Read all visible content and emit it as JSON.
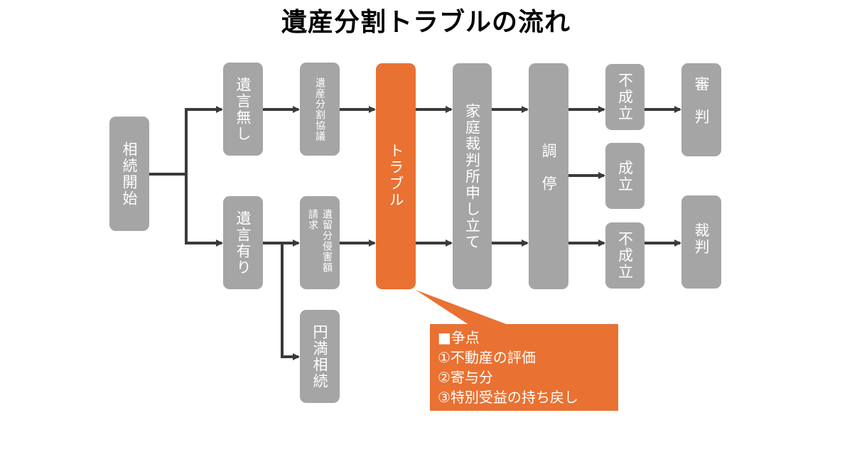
{
  "title": "遺産分割トラブルの流れ",
  "colors": {
    "box": "#a5a5a5",
    "highlight": "#e97132",
    "arrow": "#3a3a3a",
    "text": "#ffffff"
  },
  "nodes": {
    "start": "相続開始",
    "no_will": "遺言無し",
    "has_will": "遺言有り",
    "division_talks": "遺産分割協議",
    "claim_line1": "遺留分侵害額",
    "claim_line2": "請求",
    "amicable": "円満相続",
    "trouble": "トラブル",
    "family_court": "家庭裁判所申し立て",
    "mediation": "調　停",
    "failed_top": "不成立",
    "success": "成立",
    "failed_bottom": "不成立",
    "adjudication": "審　判",
    "lawsuit": "裁判"
  },
  "callout": {
    "heading": "■争点",
    "items": [
      "①不動産の評価",
      "②寄与分",
      "③特別受益の持ち戻し"
    ]
  }
}
